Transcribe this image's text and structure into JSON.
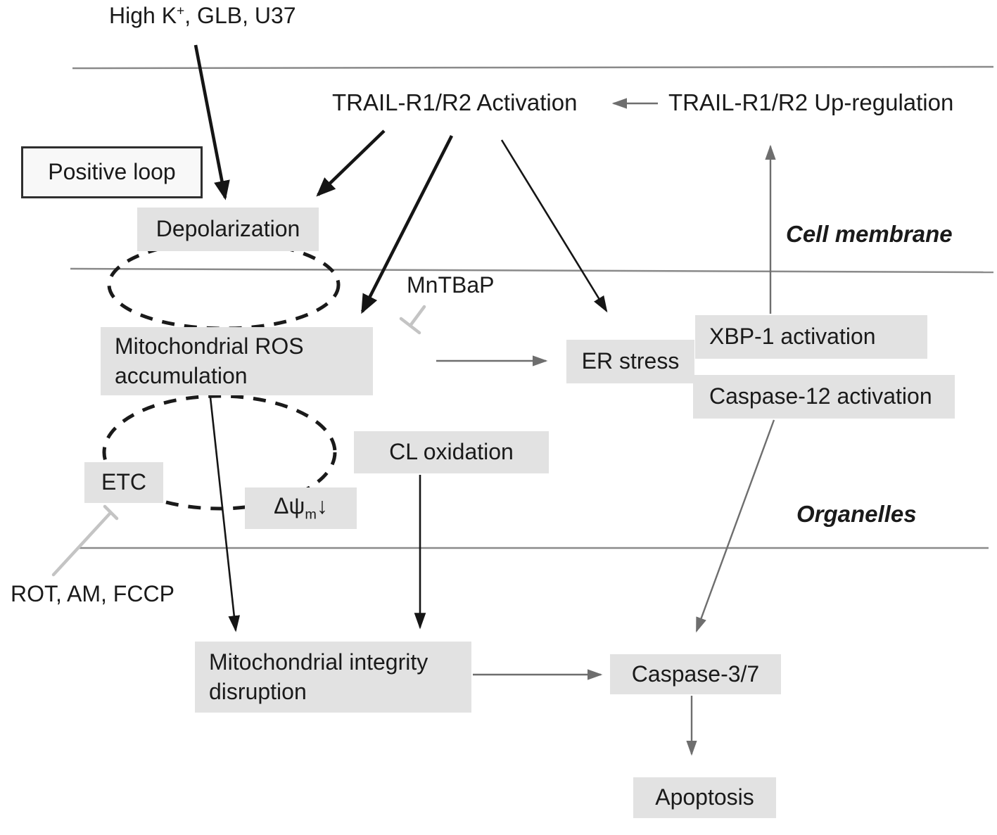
{
  "colors": {
    "bg": "#ffffff",
    "text": "#1a1a1a",
    "box_fill": "#e2e2e2",
    "loop_fill": "#f8f8f8",
    "loop_border": "#2f2f2f",
    "membrane": "#8a8a8a",
    "arrow_black": "#151515",
    "arrow_gray": "#6e6e6e",
    "inhibitor": "#c4c4c4",
    "dash_ellipse": "#1a1a1a"
  },
  "labels": {
    "high_k_pre": "High K",
    "high_k_sup": "+",
    "high_k_post": ", GLB, U37",
    "trail_activation": "TRAIL-R1/R2 Activation",
    "trail_upregulation": "TRAIL-R1/R2 Up-regulation",
    "positive_loop": "Positive loop",
    "mntbap": "MnTBaP",
    "cell_membrane": "Cell membrane",
    "organelles": "Organelles",
    "rot_am_fccp": "ROT, AM, FCCP"
  },
  "nodes": {
    "depolarization": "Depolarization",
    "mito_ros": "Mitochondrial ROS accumulation",
    "er_stress": "ER stress",
    "xbp1": "XBP-1 activation",
    "caspase12": "Caspase-12 activation",
    "cl_oxidation": "CL oxidation",
    "etc": "ETC",
    "delta_psi_pre": "Δψ",
    "delta_psi_sub": "m",
    "delta_psi_post": "↓",
    "mito_integrity": "Mitochondrial integrity disruption",
    "caspase37": "Caspase-3/7",
    "apoptosis": "Apoptosis"
  }
}
